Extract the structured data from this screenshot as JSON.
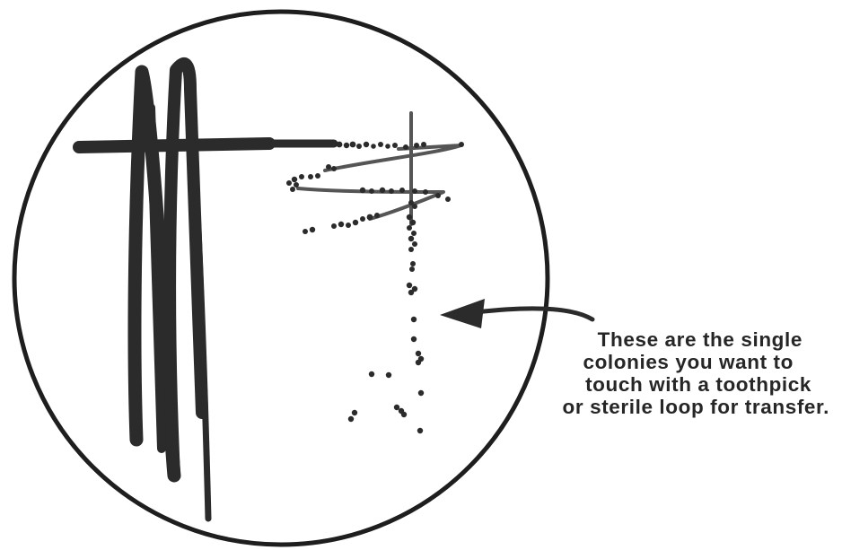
{
  "diagram": {
    "caption_lines": [
      "These are the single",
      "colonies you want to",
      "touch with a toothpick",
      "or sterile loop for transfer."
    ],
    "colors": {
      "ink": "#2b2b2b",
      "plate_outline": "#1e1e1e",
      "background": "#ffffff"
    }
  }
}
